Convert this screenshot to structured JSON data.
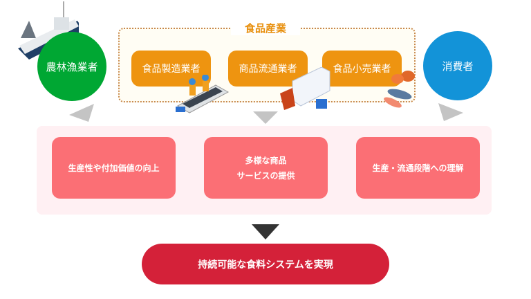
{
  "actors": {
    "producers": "農林漁業者",
    "consumers": "消費者"
  },
  "food_industry": {
    "title": "食品産業",
    "members": [
      "食品製造業者",
      "商品流通業者",
      "食品小売業者"
    ]
  },
  "outcomes": [
    {
      "lines": [
        "生産性や付加価値の向上"
      ]
    },
    {
      "lines": [
        "多様な商品",
        "サービスの提供"
      ]
    },
    {
      "lines": [
        "生産・流通段階への理解"
      ]
    }
  ],
  "goal": "持続可能な食料システムを実現",
  "colors": {
    "producers": "#00a733",
    "consumers": "#1393d8",
    "industry": "#ee9410",
    "outcome": "#fb6f75",
    "goal": "#d42139"
  }
}
